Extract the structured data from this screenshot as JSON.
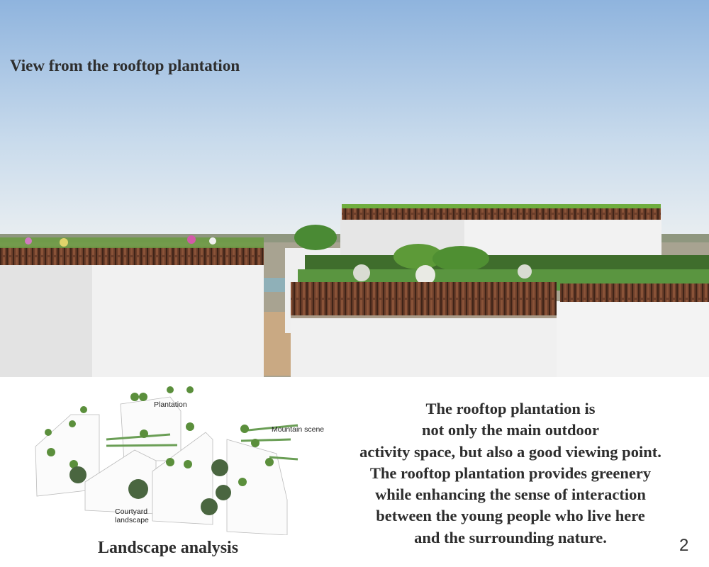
{
  "header": {
    "title": "View from the rooftop plantation"
  },
  "diagram": {
    "labels": {
      "plantation": "Plantation",
      "mountain": "Mountain scene",
      "courtyard_line1": "Courtyard",
      "courtyard_line2": "landscape"
    },
    "caption": "Landscape analysis"
  },
  "description": {
    "lines": [
      "The rooftop plantation is",
      "not only the main outdoor",
      "activity space, but also a good viewing point.",
      "The rooftop plantation provides greenery",
      "while enhancing the sense of interaction",
      "between the young people who live here",
      "and the surrounding nature."
    ]
  },
  "page_number": "2",
  "colors": {
    "sky_top": "#8fb4de",
    "sky_horizon": "#e9eef1",
    "planter_wood": "#6b3e2a",
    "greenery": "#4f8a3a",
    "text": "#2e2e2e"
  }
}
